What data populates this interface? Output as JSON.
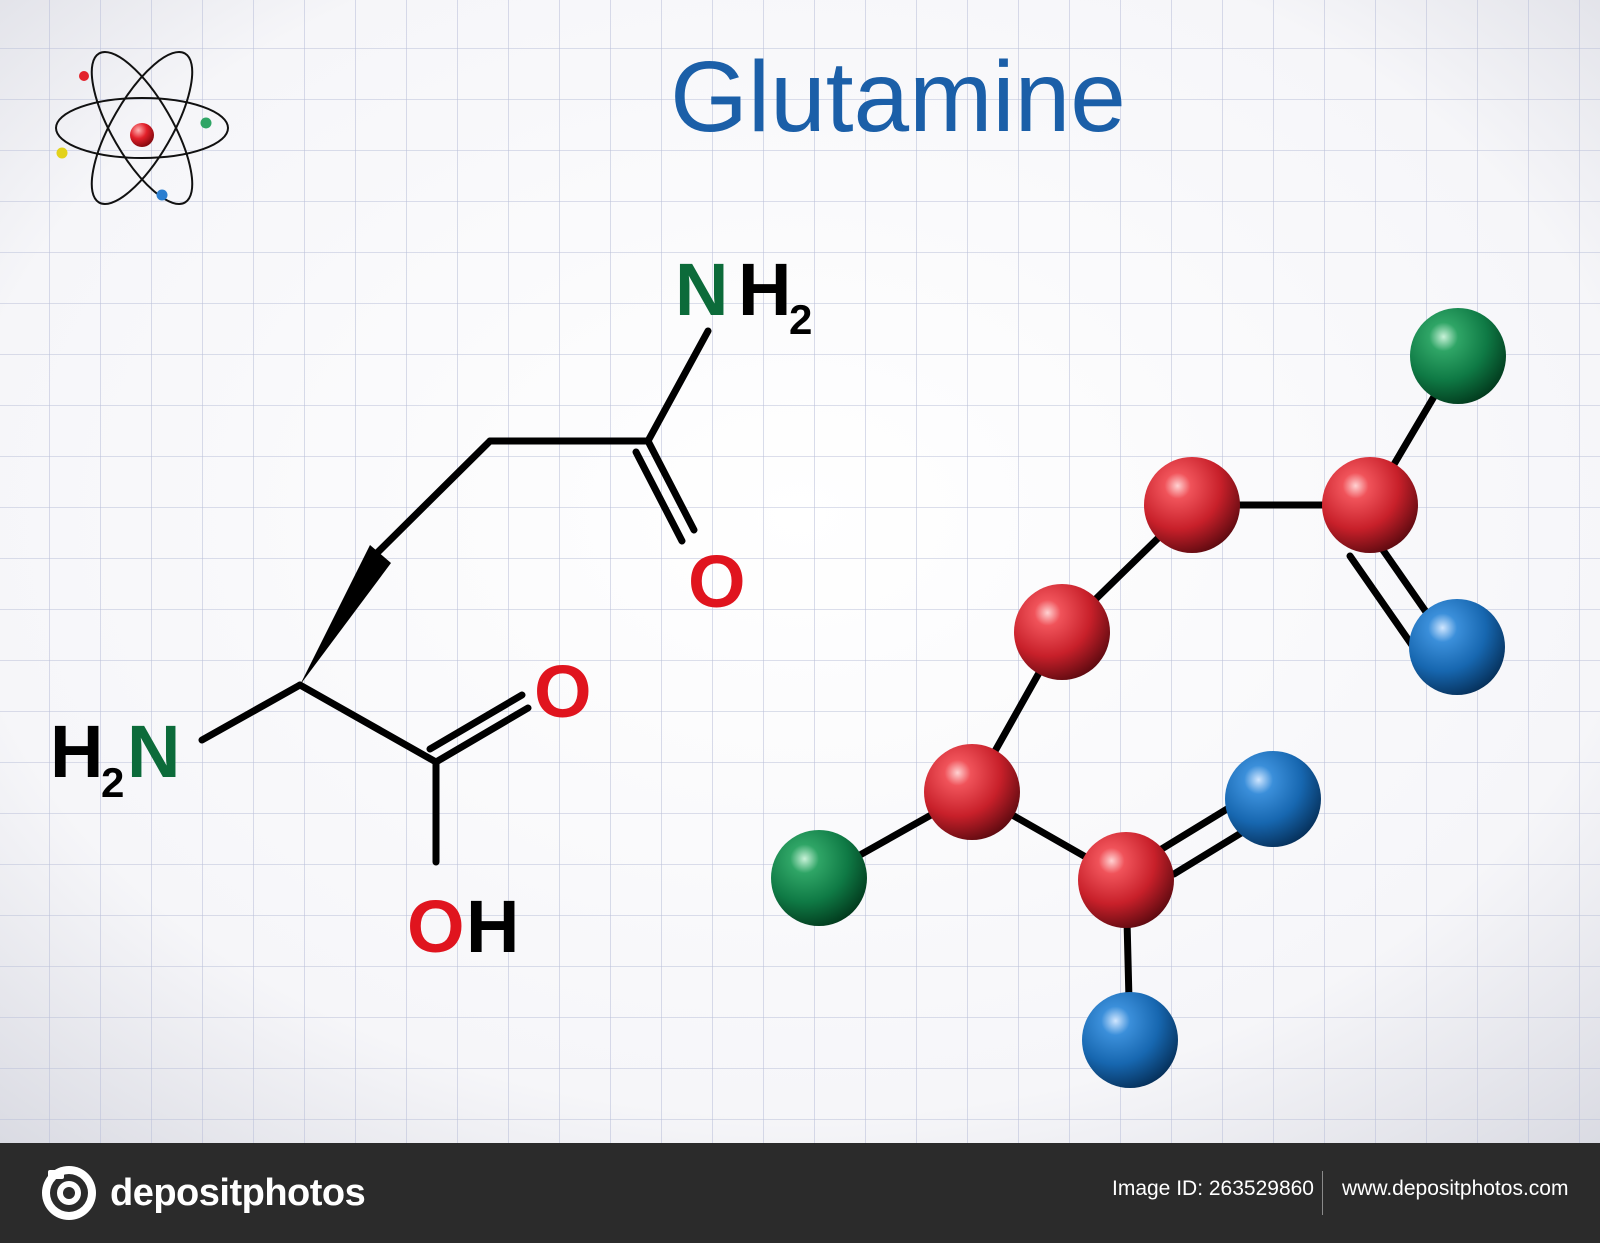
{
  "title": "Glutamine",
  "structural_formula": {
    "top_amine": {
      "element": "N",
      "hydrogens": "H",
      "count": "2"
    },
    "amide_oxygen": "O",
    "acid_oxygen": "O",
    "hydroxyl": {
      "element": "O",
      "hydrogen": "H"
    },
    "left_amine": {
      "hydrogens": "H",
      "count": "2",
      "element": "N"
    }
  },
  "colors": {
    "title": "#1b5fa8",
    "bond": "#000000",
    "nitrogen_text": "#0c6b3a",
    "oxygen_text": "#e0141e",
    "carbon_atom": "#c8202a",
    "nitrogen_atom": "#0f7a45",
    "oxygen_atom": "#1767b0",
    "grid_line": "#b9bfd8",
    "footer": "#2b2b2b"
  },
  "icons": {
    "atom": "atom-icon",
    "camera": "camera-icon"
  },
  "footer": {
    "brand": "depositphotos",
    "image_id": "Image ID: 263529860",
    "website": "www.depositphotos.com"
  }
}
